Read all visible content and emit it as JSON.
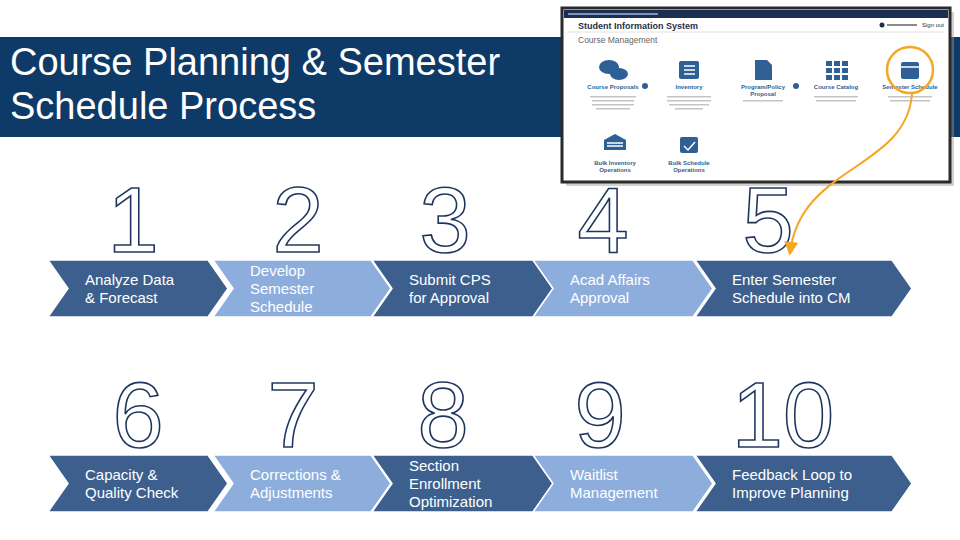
{
  "diagram": {
    "title": "Course Planning & Semester Schedule Process",
    "nodes": [
      {
        "text": [
          "1",
          "Analyze Data & Forecast"
        ]
      },
      {
        "text": [
          "2",
          "Develop Semester Schedule"
        ]
      },
      {
        "text": [
          "3",
          "Submit CPS for Approval"
        ]
      },
      {
        "text": [
          "4",
          "Acad Affairs Approval"
        ]
      },
      {
        "text": [
          "5",
          "Enter Semester Schedule into CM"
        ]
      },
      {
        "text": [
          "6",
          "Capacity & Quality Check"
        ]
      },
      {
        "text": [
          "7",
          "Corrections & Adjustments"
        ]
      },
      {
        "text": [
          "8",
          "Section Enrollment Optimization"
        ]
      },
      {
        "text": [
          "9",
          "Waitlist Management"
        ]
      },
      {
        "text": [
          "10",
          "Feedback Loop to Improve Planning"
        ]
      }
    ],
    "labels": [
      "Student Information System",
      "Course Management",
      "Course Proposals",
      "Inventory",
      "Program/Policy Proposal",
      "Course Catalog",
      "Semester Schedule",
      "Bulk Inventory Operations",
      "Bulk Schedule Operations",
      "Sign out"
    ]
  }
}
